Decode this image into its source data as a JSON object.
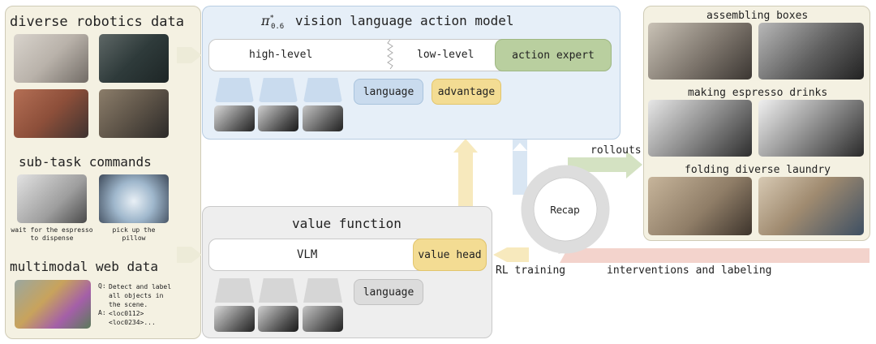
{
  "left_panel": {
    "robotics_title": "diverse robotics data",
    "subtask_title": "sub-task commands",
    "subtask_captions": [
      "wait for the espresso to dispense",
      "pick up the pillow"
    ],
    "web_title": "multimodal web data",
    "web_qa": {
      "q_label": "Q:",
      "q_text": "Detect and label all objects in the scene.",
      "a_label": "A:",
      "a_text": "<loc0112> <loc0234>..."
    }
  },
  "vla": {
    "title_symbol": "π",
    "title_superscript": "*",
    "title_subscript": "0.6",
    "title_text": "vision language action model",
    "high_level": "high-level",
    "low_level": "low-level",
    "action_expert": "action expert",
    "language": "language",
    "advantage": "advantage"
  },
  "value_function": {
    "title": "value function",
    "vlm": "VLM",
    "value_head": "value head",
    "language": "language"
  },
  "loop": {
    "center": "Recap",
    "rollouts": "rollouts",
    "rl_training": "RL training",
    "interventions": "interventions and labeling"
  },
  "right_panel": {
    "tasks": [
      "assembling boxes",
      "making espresso drinks",
      "folding diverse laundry"
    ]
  },
  "colors": {
    "beige_panel": "#f4f1e2",
    "blue_panel": "#e6eff8",
    "gray_panel": "#eeeeee",
    "green_accent": "#b9cf9f",
    "yellow_accent": "#f3dc93",
    "blue_accent": "#c9dbee",
    "red_accent": "#efc7c1"
  }
}
